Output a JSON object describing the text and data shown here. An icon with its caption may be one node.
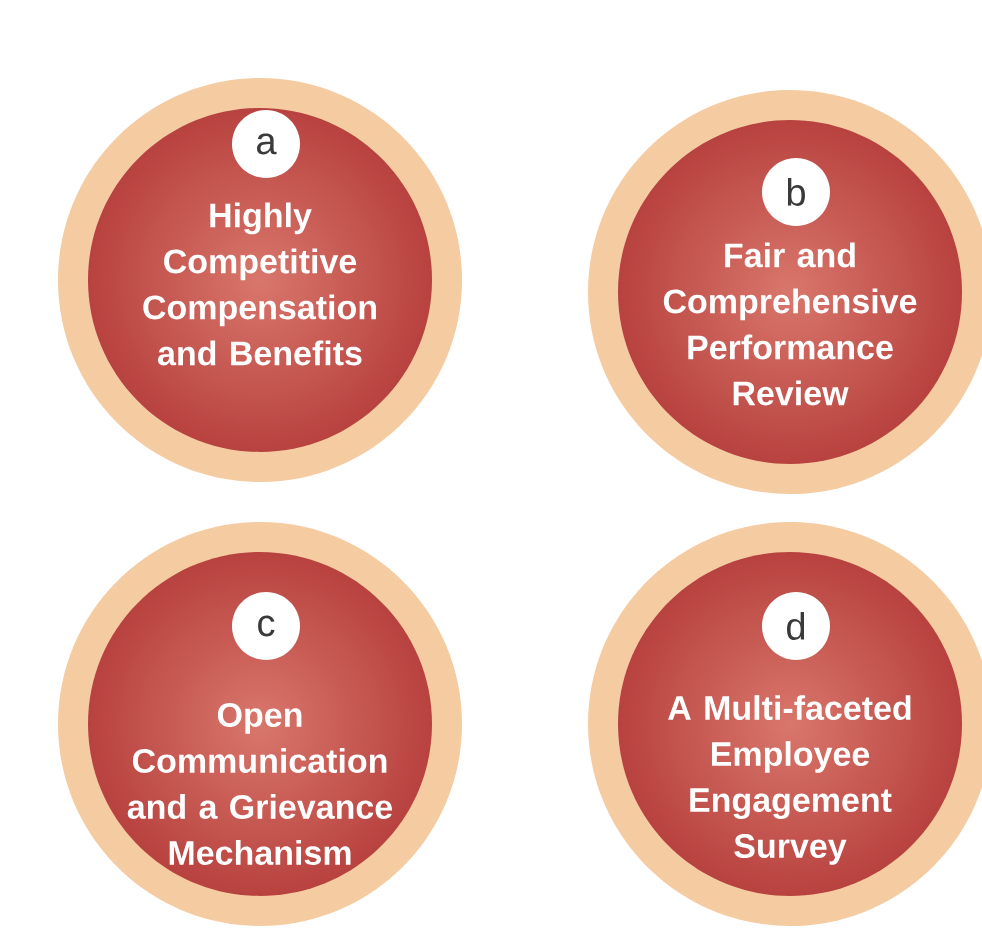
{
  "diagram": {
    "nodes": [
      {
        "text": [
          "Highly Competitive Compensation and Benefits"
        ]
      },
      {
        "text": [
          "a"
        ],
        "in": 0
      },
      {
        "text": [
          "Fair and Comprehensive Performance Review"
        ]
      },
      {
        "text": [
          "b"
        ],
        "in": 2
      },
      {
        "text": [
          "Open Communication and a Grievance Mechanism"
        ]
      },
      {
        "text": [
          "c"
        ],
        "in": 4
      },
      {
        "text": [
          "A Multi-faceted Employee Engagement Survey"
        ]
      },
      {
        "text": [
          "d"
        ],
        "in": 6
      }
    ]
  }
}
